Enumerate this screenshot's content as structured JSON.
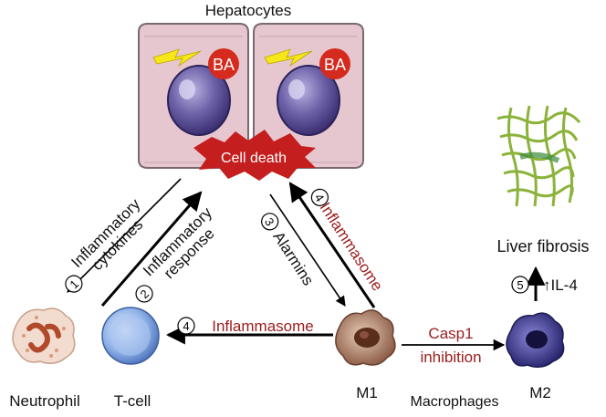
{
  "diagram": {
    "title": "Hepatocytes",
    "bile_acid_label": "BA",
    "cell_death_label": "Cell death",
    "arrow_labels": {
      "inflammatory_cytokines": {
        "step": "1",
        "line1": "Inflammatory",
        "line2": "cytokines"
      },
      "inflammatory_response": {
        "step": "2",
        "line1": "Inflammatory",
        "line2": "response"
      },
      "alarmins": {
        "step": "3",
        "text": "Alarmins"
      },
      "inflammasome_to_liver": {
        "step": "4",
        "text": "Inflammasome"
      },
      "inflammasome_to_tcell": {
        "step": "4",
        "text": "Inflammasome"
      },
      "casp1_inhibition": {
        "line1": "Casp1",
        "line2": "inhibition"
      },
      "il4": {
        "step": "5",
        "text": "↑IL-4"
      }
    },
    "cells": {
      "neutrophil": "Neutrophil",
      "tcell": "T-cell",
      "m1": "M1",
      "m2": "M2",
      "macrophages": "Macrophages"
    },
    "liver_fibrosis": "Liver fibrosis"
  },
  "colors": {
    "hepatocyte_fill": "#e6c7cf",
    "hepatocyte_stroke": "#7a6a70",
    "nucleus": "#5a4a88",
    "ba_red": "#d42b1e",
    "lightning": "#f6e61a",
    "cell_death": "#c41e1e",
    "highlight_text": "#9b1c1c",
    "neutrophil": "#f2dccf",
    "tcell": "#8fb2e8",
    "m1": "#b88a6f",
    "m2": "#3c3a8a",
    "fibrosis": "#8bb33a"
  }
}
